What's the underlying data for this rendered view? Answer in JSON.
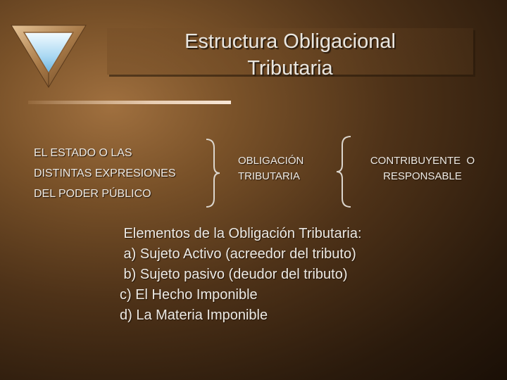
{
  "title": {
    "line1": "Estructura Obligacional",
    "line2": "Tributaria"
  },
  "estado": {
    "line1": "EL ESTADO O LAS",
    "line2": "DISTINTAS EXPRESIONES",
    "line3": "DEL PODER PÚBLICO"
  },
  "obligacion": {
    "line1": "OBLIGACIÓN",
    "line2": "TRIBUTARIA"
  },
  "contribuyente": {
    "line1": "CONTRIBUYENTE  O",
    "line2": "RESPONSABLE"
  },
  "elementos": {
    "heading": " Elementos de la Obligación Tributaria:",
    "items": [
      " a) Sujeto Activo (acreedor del tributo)",
      " b) Sujeto pasivo (deudor del tributo)",
      "c) El Hecho Imponible",
      "d) La Materia Imponible"
    ]
  },
  "icons": {
    "logo": "triangle-logo-icon",
    "brace_right": "right-brace-icon",
    "brace_left": "left-brace-icon"
  },
  "colors": {
    "text": "#eeeae4",
    "background_light": "#a0703f",
    "background_dark": "#1a0f06"
  }
}
